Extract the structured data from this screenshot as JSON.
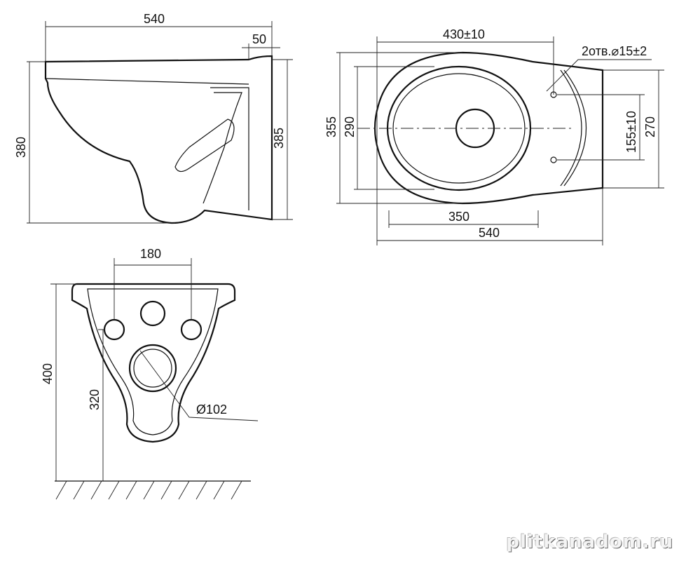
{
  "side_view": {
    "width": "540",
    "rim_depth": "50",
    "height_left": "380",
    "height_right": "385"
  },
  "top_view": {
    "seat_length": "430±10",
    "holes_note": "2отв.⌀15±2",
    "overall_width": "355",
    "inner_width": "290",
    "holes_spacing": "155±10",
    "back_width": "270",
    "inner_length": "350",
    "overall_length": "540"
  },
  "front_view": {
    "pipe_spacing": "180",
    "height_total": "400",
    "outlet_height": "320",
    "outlet_diameter": "Ø102"
  },
  "watermark": "plitkanadom.ru"
}
